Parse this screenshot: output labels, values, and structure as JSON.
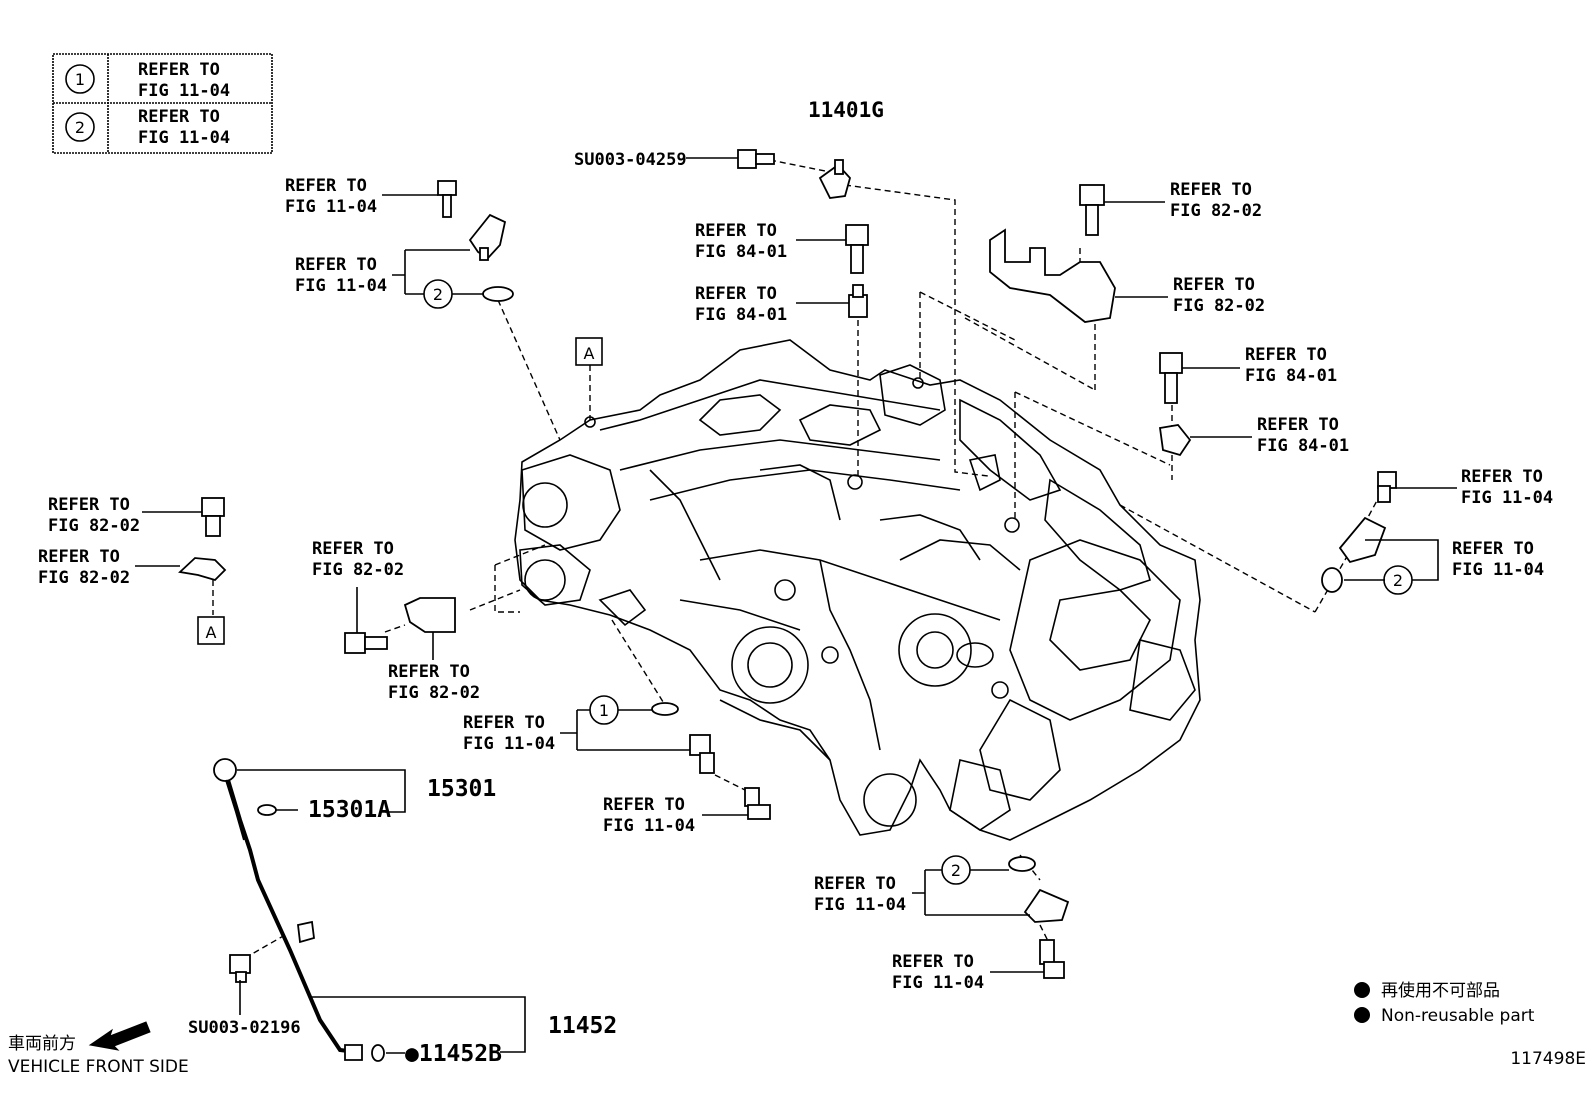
{
  "legend": {
    "rows": [
      {
        "symbol": "1",
        "line1": "REFER TO",
        "line2": "FIG 11-04"
      },
      {
        "symbol": "2",
        "line1": "REFER TO",
        "line2": "FIG 11-04"
      }
    ]
  },
  "callouts": {
    "c01": {
      "line1": "REFER TO",
      "line2": "FIG 11-04"
    },
    "c02": {
      "line1": "REFER TO",
      "line2": "FIG 11-04"
    },
    "c03": {
      "line1": "REFER TO",
      "line2": "FIG 84-01"
    },
    "c04": {
      "line1": "REFER TO",
      "line2": "FIG 84-01"
    },
    "c05": {
      "line1": "REFER TO",
      "line2": "FIG 82-02"
    },
    "c06": {
      "line1": "REFER TO",
      "line2": "FIG 82-02"
    },
    "c07": {
      "line1": "REFER TO",
      "line2": "FIG 84-01"
    },
    "c08": {
      "line1": "REFER TO",
      "line2": "FIG 84-01"
    },
    "c09": {
      "line1": "REFER TO",
      "line2": "FIG 11-04"
    },
    "c10": {
      "line1": "REFER TO",
      "line2": "FIG 11-04"
    },
    "c11": {
      "line1": "REFER TO",
      "line2": "FIG 82-02"
    },
    "c12": {
      "line1": "REFER TO",
      "line2": "FIG 82-02"
    },
    "c13": {
      "line1": "REFER TO",
      "line2": "FIG 82-02"
    },
    "c14": {
      "line1": "REFER TO",
      "line2": "FIG 82-02"
    },
    "c15": {
      "line1": "REFER TO",
      "line2": "FIG 11-04"
    },
    "c16": {
      "line1": "REFER TO",
      "line2": "FIG 11-04"
    },
    "c17": {
      "line1": "REFER TO",
      "line2": "FIG 11-04"
    },
    "c18": {
      "line1": "REFER TO",
      "line2": "FIG 11-04"
    }
  },
  "circle_refs": {
    "one": "1",
    "two": "2"
  },
  "view_marker": "A",
  "parts": {
    "p11401G": "11401G",
    "su003_04259": "SU003-04259",
    "p15301": "15301",
    "p15301A": "15301A",
    "su003_02196": "SU003-02196",
    "p11452": "11452",
    "p11452B": "●11452B"
  },
  "direction": {
    "jp": "車両前方",
    "en": "VEHICLE FRONT SIDE"
  },
  "note": {
    "jp": "再使用不可部品",
    "en": "Non-reusable part"
  },
  "figure_id": "117498E"
}
